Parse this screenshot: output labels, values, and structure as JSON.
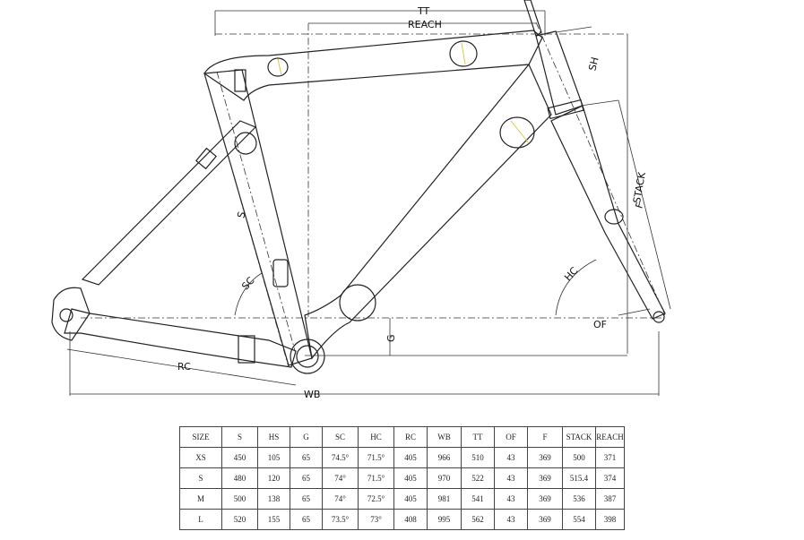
{
  "dimension_labels": {
    "tt": "TT",
    "reach": "REACH",
    "sh": "SH",
    "stack": "STACK",
    "f": "F",
    "s": "S",
    "sc": "SC",
    "hc": "HC",
    "of": "OF",
    "g": "G",
    "rc": "RC",
    "wb": "WB"
  },
  "geometry_table": {
    "headers": [
      "SIZE",
      "S",
      "HS",
      "G",
      "SC",
      "HC",
      "RC",
      "WB",
      "TT",
      "OF",
      "F",
      "STACK",
      "REACH"
    ],
    "rows": [
      [
        "XS",
        "450",
        "105",
        "65",
        "74.5°",
        "71.5°",
        "405",
        "966",
        "510",
        "43",
        "369",
        "500",
        "371"
      ],
      [
        "S",
        "480",
        "120",
        "65",
        "74°",
        "71.5°",
        "405",
        "970",
        "522",
        "43",
        "369",
        "515.4",
        "374"
      ],
      [
        "M",
        "500",
        "138",
        "65",
        "74°",
        "72.5°",
        "405",
        "981",
        "541",
        "43",
        "369",
        "536",
        "387"
      ],
      [
        "L",
        "520",
        "155",
        "65",
        "73.5°",
        "73°",
        "408",
        "995",
        "562",
        "43",
        "369",
        "554",
        "398"
      ]
    ]
  }
}
